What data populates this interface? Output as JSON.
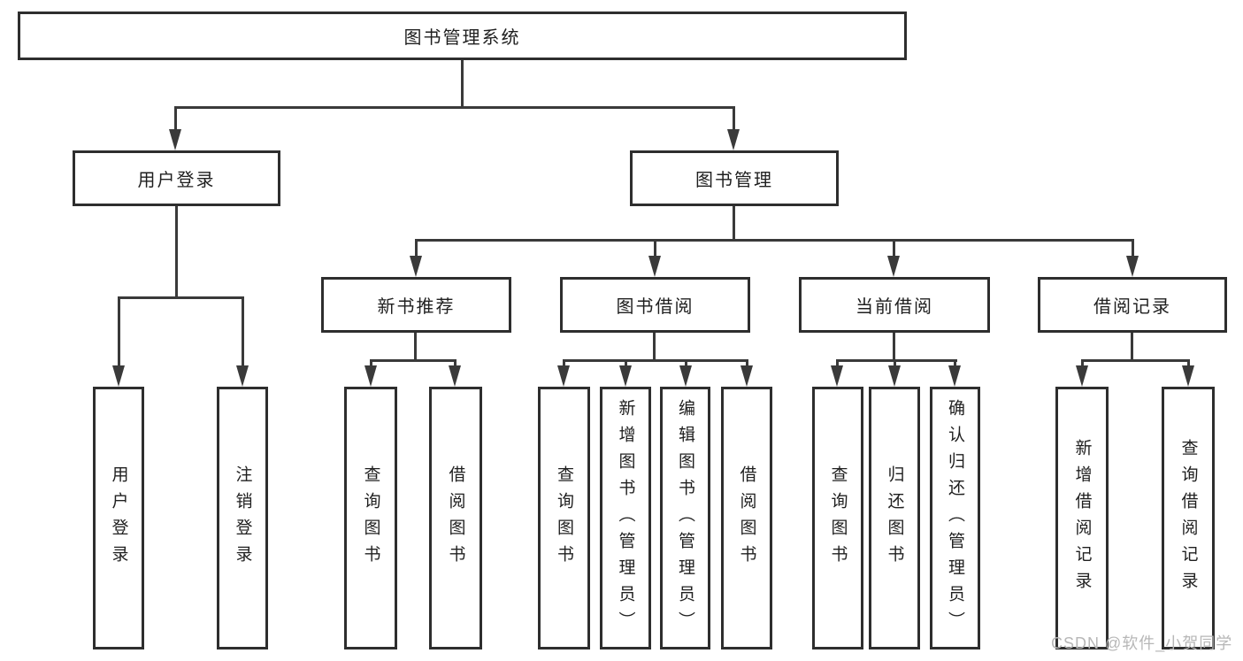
{
  "tree": {
    "label": "图书管理系统",
    "children": [
      {
        "label": "用户登录",
        "children": [
          {
            "label": "用户登录"
          },
          {
            "label": "注销登录"
          }
        ]
      },
      {
        "label": "图书管理",
        "children": [
          {
            "label": "新书推荐",
            "children": [
              {
                "label": "查询图书"
              },
              {
                "label": "借阅图书"
              }
            ]
          },
          {
            "label": "图书借阅",
            "children": [
              {
                "label": "查询图书"
              },
              {
                "label": "新增图书（管理员）"
              },
              {
                "label": "编辑图书（管理员）"
              },
              {
                "label": "借阅图书"
              }
            ]
          },
          {
            "label": "当前借阅",
            "children": [
              {
                "label": "查询图书"
              },
              {
                "label": "归还图书"
              },
              {
                "label": "确认归还（管理员）"
              }
            ]
          },
          {
            "label": "借阅记录",
            "children": [
              {
                "label": "新增借阅记录"
              },
              {
                "label": "查询借阅记录"
              }
            ]
          }
        ]
      }
    ]
  },
  "watermark": {
    "text": "CSDN @软件_小贺同学"
  },
  "colors": {
    "line": "#3A3A3A",
    "box_border": "#2E2E2E",
    "box_fill": "#FFFFFF",
    "text": "#1F1F1F",
    "watermark": "#B7B7B7"
  }
}
